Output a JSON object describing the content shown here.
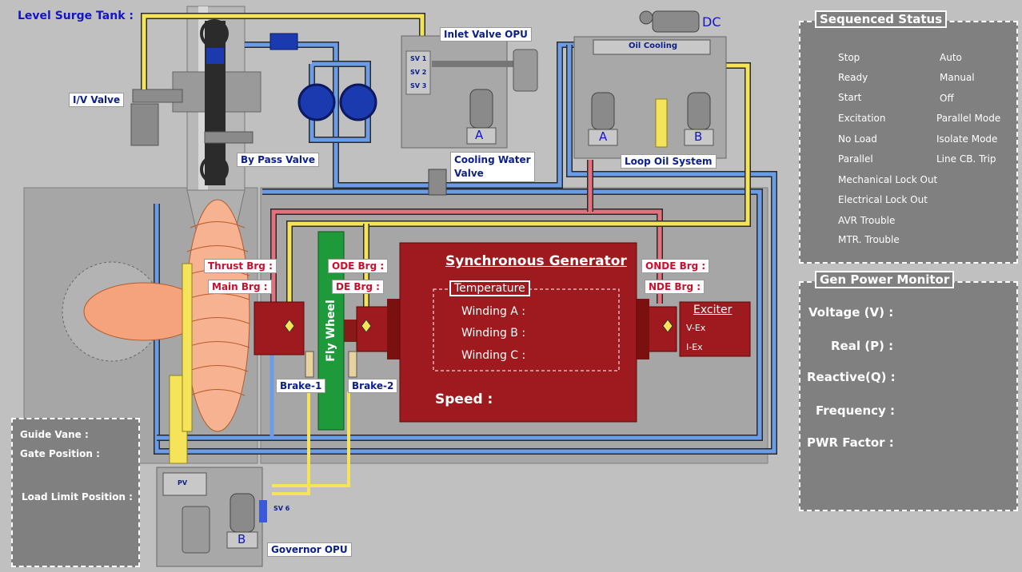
{
  "title": "Level Surge Tank :",
  "labels": {
    "iv_valve": "I/V Valve",
    "bypass_valve": "By Pass Valve",
    "inlet_valve_opu": "Inlet Valve OPU",
    "cooling_water_valve_1": "Cooling Water",
    "cooling_water_valve_2": "Valve",
    "oil_cooling": "Oil Cooling",
    "dc": "DC",
    "loop_oil_system": "Loop Oil System",
    "pump_a": "A",
    "pump_b": "B",
    "thrust_brg": "Thrust Brg :",
    "main_brg": "Main Brg :",
    "ode_brg": "ODE Brg :",
    "de_brg": "DE Brg :",
    "onde_brg": "ONDE Brg :",
    "nde_brg": "NDE Brg :",
    "fly_wheel": "Fly Wheel",
    "brake_1": "Brake-1",
    "brake_2": "Brake-2",
    "governor_opu": "Governor OPU",
    "pv": "PV",
    "sv1": "SV 1",
    "sv2": "SV 2",
    "sv3": "SV 3",
    "sv6": "SV 6"
  },
  "generator": {
    "title": "Synchronous Generator",
    "temperature_title": "Temperature",
    "winding_a": "Winding A :",
    "winding_b": "Winding B :",
    "winding_c": "Winding C :",
    "speed": "Speed :"
  },
  "exciter": {
    "title": "Exciter",
    "v_ex": "V-Ex",
    "i_ex": "I-Ex"
  },
  "sequenced_status": {
    "title": "Sequenced Status",
    "left": [
      "Stop",
      "Ready",
      "Start",
      "Excitation",
      "No Load",
      "Parallel",
      "Mechanical Lock Out",
      "Electrical Lock Out",
      "AVR Trouble",
      "MTR. Trouble"
    ],
    "right": [
      "Auto",
      "Manual",
      "Off",
      "Parallel Mode",
      "Isolate Mode",
      "Line CB. Trip"
    ]
  },
  "gen_power_monitor": {
    "title": "Gen Power Monitor",
    "voltage": "Voltage (V) :",
    "real": "Real (P) :",
    "reactive": "Reactive(Q) :",
    "frequency": "Frequency :",
    "pwr_factor": "PWR Factor :"
  },
  "guide_vane": {
    "guide_vane": "Guide Vane :",
    "gate_position": "Gate Position :",
    "load_limit": "Load Limit Position :"
  },
  "colors": {
    "background": "#c0c0c0",
    "pipe_yellow": "#f5e45a",
    "pipe_blue": "#6b9ce8",
    "pipe_red": "#e4727e",
    "generator": "#9e1a1e",
    "flywheel": "#1f9a3a",
    "panel": "#808080",
    "label_text": "#0b1f8a"
  }
}
